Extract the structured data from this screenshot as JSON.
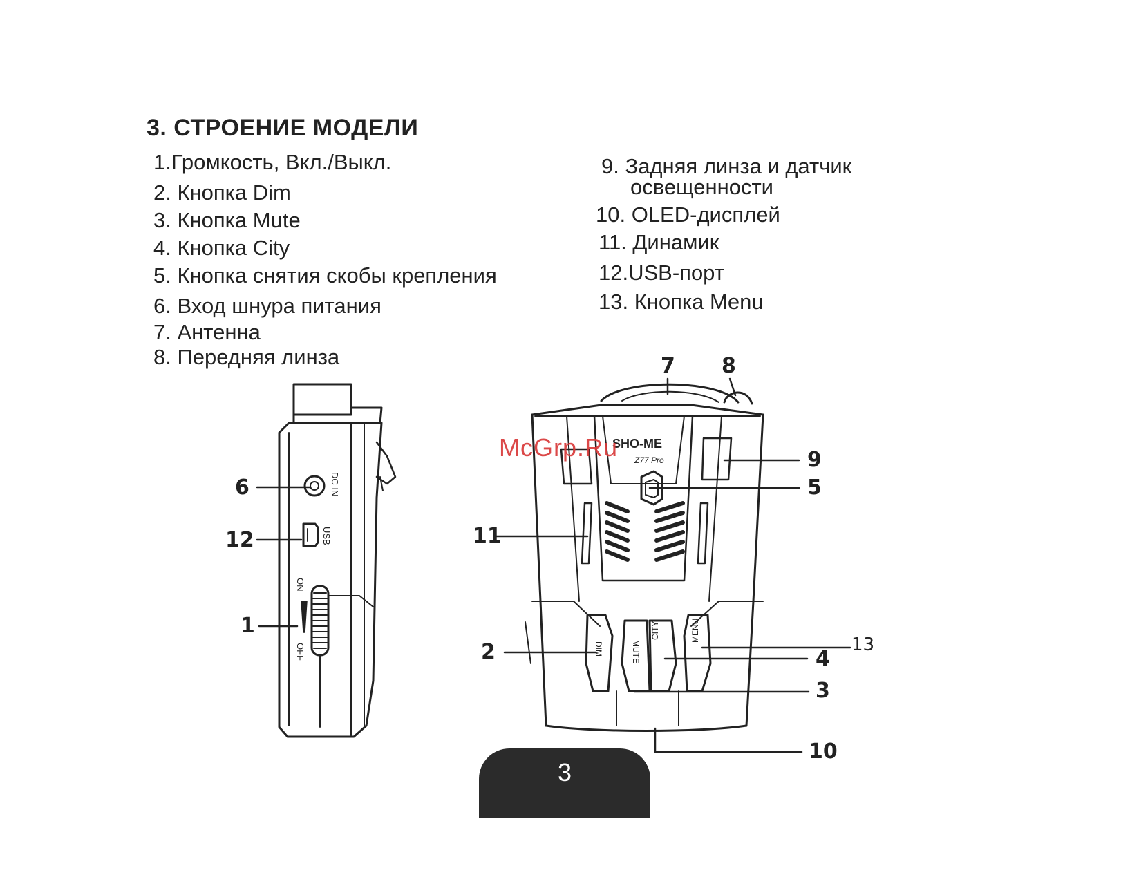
{
  "section_title": "3. СТРОЕНИЕ МОДЕЛИ",
  "items_left": [
    "1.Громкость, Вкл./Выкл.",
    "2. Кнопка Dim",
    "3. Кнопка Mute",
    "4. Кнопка City",
    "5. Кнопка снятия скобы крепления",
    "6. Вход шнура питания",
    "7. Антенна",
    "8. Передняя линза"
  ],
  "items_right": [
    "9. Задняя линза и датчик",
    "освещенности",
    "10. OLED-дисплей",
    "11. Динамик",
    "12.USB-порт",
    "13. Кнопка Menu"
  ],
  "callouts": {
    "n1": "1",
    "n2": "2",
    "n3": "3",
    "n4": "4",
    "n5": "5",
    "n6": "6",
    "n7": "7",
    "n8": "8",
    "n9": "9",
    "n10": "10",
    "n11": "11",
    "n12": "12",
    "n13": "13"
  },
  "device_labels": {
    "brand": "SHO-ME",
    "model": "Z77 Pro",
    "dc_in": "DC IN",
    "usb": "USB",
    "on": "ON",
    "off": "OFF",
    "dim": "DIM",
    "mute": "MUTE",
    "city": "CITY",
    "menu": "MENU"
  },
  "watermark": "McGrp.Ru",
  "page_number": "3"
}
